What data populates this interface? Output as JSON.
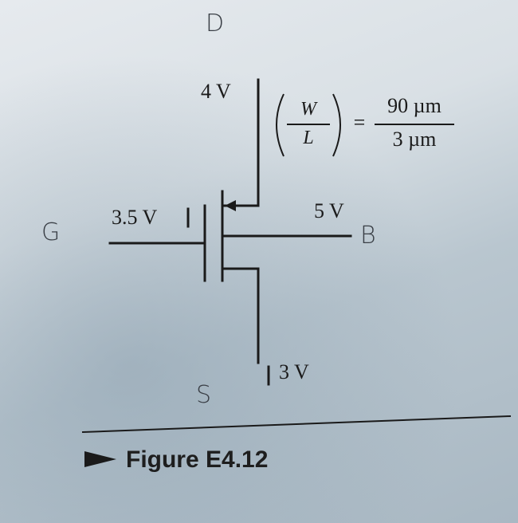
{
  "labels": {
    "drain_voltage": "4 V",
    "gate_voltage": "3.5 V",
    "body_voltage": "5 V",
    "source_voltage": "3 V"
  },
  "handwritten": {
    "drain": "D",
    "gate": "G",
    "body": "B",
    "source": "S"
  },
  "ratio": {
    "wl_numerator": "W",
    "wl_denominator": "L",
    "equals": "=",
    "value_numerator": "90 µm",
    "value_denominator": "3 µm"
  },
  "caption": "Figure E4.12"
}
